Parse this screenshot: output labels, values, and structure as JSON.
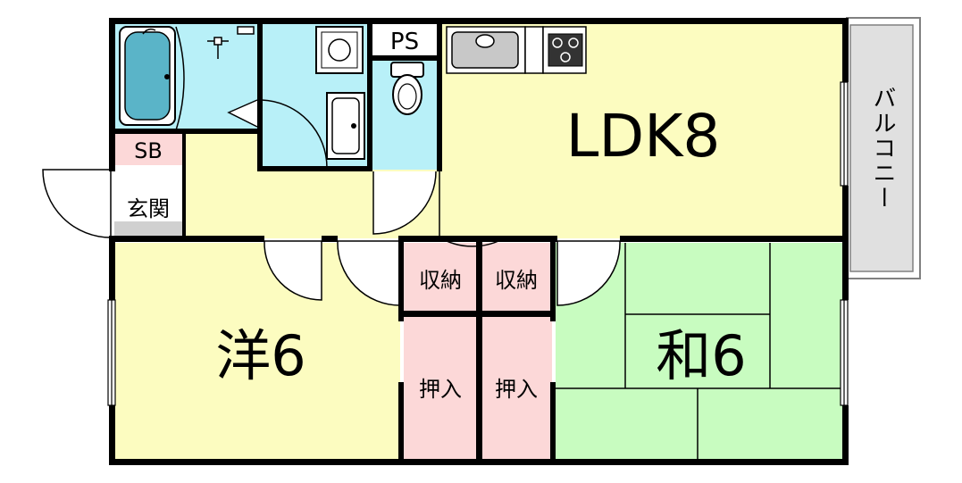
{
  "rooms": {
    "ldk": "LDK8",
    "western": "洋6",
    "japanese": "和6",
    "entrance": "玄関",
    "shoe_box": "SB",
    "pipe_space": "PS",
    "balcony": "バルコニー",
    "storage_left": "収納",
    "storage_right": "収納",
    "closet_left": "押入",
    "closet_right": "押入"
  },
  "colors": {
    "ldk": "#fcfcc0",
    "western": "#fcfcc0",
    "hall": "#fcfcc0",
    "japanese": "#c8fcc0",
    "wet_area": "#b8f0f8",
    "storage": "#fcd8d8",
    "balcony": "#e0e0e0",
    "wall": "#000000"
  }
}
